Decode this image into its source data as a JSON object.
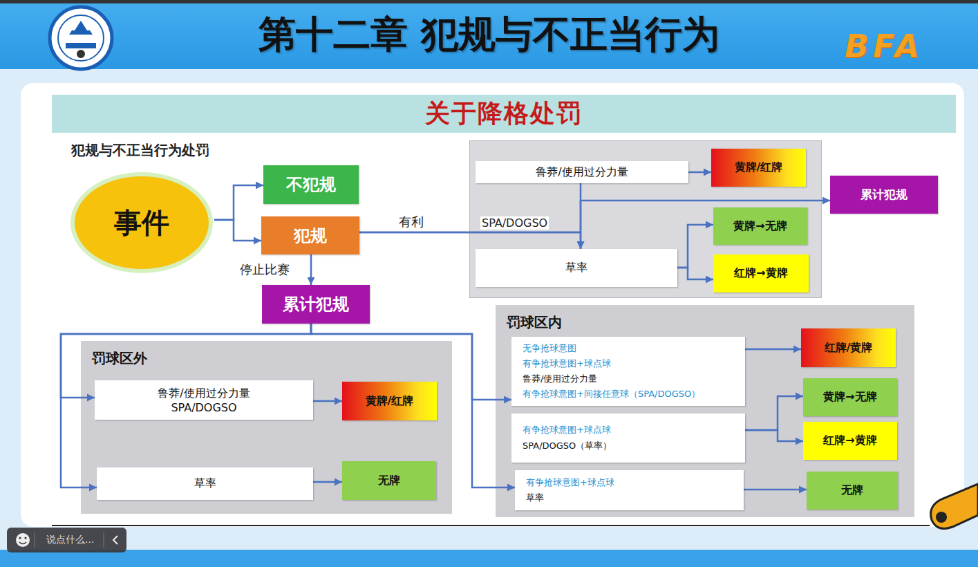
{
  "diagram": {
    "title": "第十二章 犯规与不正当行为",
    "nodes": [
      {
        "text": [
          "关于降格处罚"
        ]
      },
      {
        "text": [
          "事件"
        ]
      },
      {
        "text": [
          "不犯规"
        ]
      },
      {
        "text": [
          "犯规"
        ]
      },
      {
        "text": [
          "累计犯规"
        ]
      },
      {
        "text": [
          "鲁莽/使用过分力量"
        ]
      },
      {
        "text": [
          "草率"
        ]
      },
      {
        "text": [
          "黄牌/红牌"
        ]
      },
      {
        "text": [
          "累计犯规"
        ]
      },
      {
        "text": [
          "黄牌→无牌"
        ]
      },
      {
        "text": [
          "红牌→黄牌"
        ]
      },
      {
        "text": [
          "罚球区外"
        ]
      },
      {
        "text": [
          "鲁莽/使用过分力量 SPA/DOGSO"
        ],
        "in": 11
      },
      {
        "text": [
          "黄牌/红牌"
        ],
        "in": 11
      },
      {
        "text": [
          "草率"
        ],
        "in": 11
      },
      {
        "text": [
          "无牌"
        ],
        "in": 11
      },
      {
        "text": [
          "罚球区内"
        ]
      },
      {
        "text": [
          "无争抢球意图",
          "有争抢球意图+球点球",
          "鲁莽/使用过分力量",
          "有争抢球意图+间接任意球（SPA/DOGSO）"
        ],
        "in": 16
      },
      {
        "text": [
          "红牌/黄牌"
        ],
        "in": 16
      },
      {
        "text": [
          "有争抢球意图+球点球",
          "SPA/DOGSO（草率）"
        ],
        "in": 16
      },
      {
        "text": [
          "黄牌→无牌"
        ],
        "in": 16
      },
      {
        "text": [
          "红牌→黄牌"
        ],
        "in": 16
      },
      {
        "text": [
          "有争抢球意图+球点球",
          "草率"
        ],
        "in": 16
      },
      {
        "text": [
          "无牌"
        ],
        "in": 16
      }
    ],
    "edges": [
      {
        "from": 1,
        "to": 2,
        "arrow": "to"
      },
      {
        "from": 1,
        "to": 3,
        "arrow": "to"
      },
      {
        "from": 3,
        "to": 4,
        "label": "停止比赛",
        "arrow": "to"
      },
      {
        "from": 3,
        "to": 8,
        "label": "有利",
        "arrow": "to"
      },
      {
        "from": 3,
        "to": 6,
        "label": "SPA/DOGSO",
        "arrow": "to"
      },
      {
        "from": 5,
        "to": 6,
        "arrow": "to"
      },
      {
        "from": 5,
        "to": 7,
        "arrow": "to"
      },
      {
        "from": 6,
        "to": 9,
        "arrow": "to"
      },
      {
        "from": 6,
        "to": 10,
        "arrow": "to"
      },
      {
        "from": 4,
        "to": 12,
        "arrow": "to"
      },
      {
        "from": 4,
        "to": 14,
        "arrow": "to"
      },
      {
        "from": 4,
        "to": 17,
        "arrow": "to"
      },
      {
        "from": 4,
        "to": 22,
        "arrow": "to"
      },
      {
        "from": 12,
        "to": 13,
        "arrow": "to"
      },
      {
        "from": 14,
        "to": 15,
        "arrow": "to"
      },
      {
        "from": 17,
        "to": 18,
        "arrow": "to"
      },
      {
        "from": 19,
        "to": 20,
        "arrow": "to"
      },
      {
        "from": 19,
        "to": 21,
        "arrow": "to"
      },
      {
        "from": 22,
        "to": 23,
        "arrow": "to"
      }
    ],
    "labels": [
      "犯规与不正当行为处罚",
      "BFA",
      "说点什么..."
    ]
  }
}
